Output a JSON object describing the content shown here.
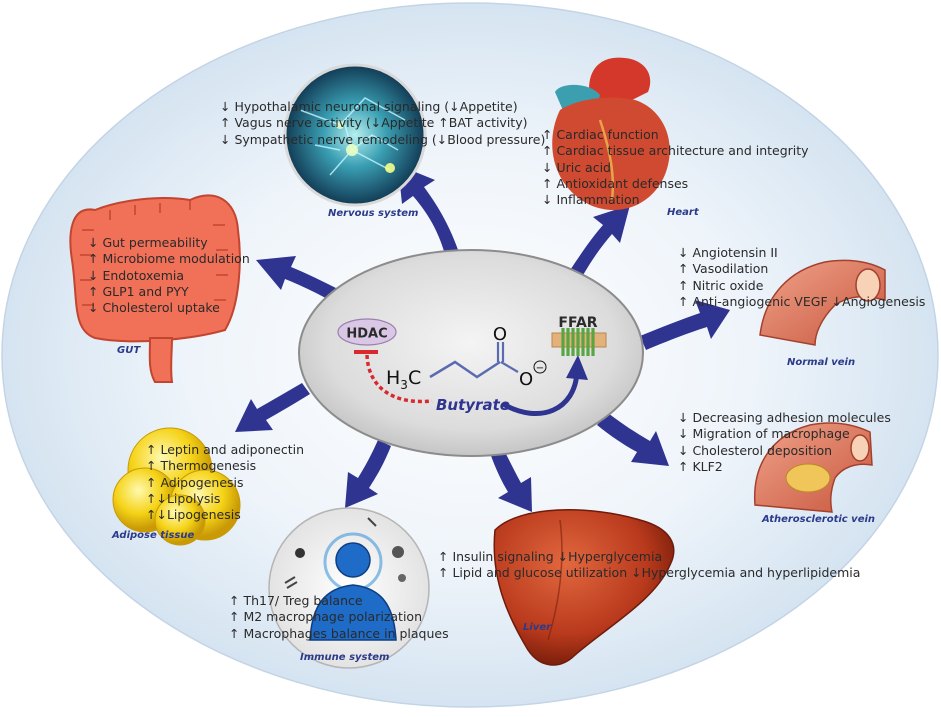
{
  "center": {
    "hdac": "HDAC",
    "ffar": "FFAR",
    "formula_h": "H",
    "formula_sub": "3",
    "formula_c": "C",
    "oxygen": "O",
    "oxygen_minus": "O",
    "charge": "−",
    "label": "Butyrate"
  },
  "nervous": {
    "caption": "Nervous system",
    "lines": [
      "↓ Hypothalamic neuronal signaling (↓Appetite)",
      "↑ Vagus nerve activity (↓Appetite  ↑BAT activity)",
      "↓ Sympathetic nerve remodeling (↓Blood pressure)"
    ]
  },
  "heart": {
    "caption": "Heart",
    "lines": [
      "↑ Cardiac function",
      "↑ Cardiac tissue architecture and integrity",
      "↓ Uric acid",
      "↑ Antioxidant defenses",
      "↓ Inflammation"
    ]
  },
  "gut": {
    "caption": "GUT",
    "lines": [
      "↓ Gut permeability",
      "↑ Microbiome modulation",
      "↓ Endotoxemia",
      "↑ GLP1 and  PYY",
      "↓ Cholesterol uptake"
    ]
  },
  "normal_vein": {
    "caption": "Normal vein",
    "lines": [
      "↓ Angiotensin II",
      "↑ Vasodilation",
      "↑ Nitric oxide",
      "↑ Anti-angiogenic VEGF ↓Angiogenesis"
    ]
  },
  "athero_vein": {
    "caption": "Atherosclerotic vein",
    "lines": [
      "↓ Decreasing adhesion molecules",
      "↓ Migration of macrophage",
      "↓ Cholesterol deposition",
      "↑ KLF2"
    ]
  },
  "adipose": {
    "caption": "Adipose tissue",
    "lines": [
      "↑ Leptin and adiponectin",
      "↑ Thermogenesis",
      "↑ Adipogenesis",
      "↑↓Lipolysis",
      "↑↓Lipogenesis"
    ]
  },
  "immune": {
    "caption": "Immune system",
    "lines": [
      "↑ Th17/ Treg balance",
      "↑ M2 macrophage polarization",
      "↑ Macrophages balance in plaques"
    ]
  },
  "liver": {
    "caption": "Liver",
    "lines": [
      "↑ Insulin signaling ↓Hyperglycemia",
      "↑ Lipid and glucose utilization ↓Hyperglycemia and hyperlipidemia"
    ]
  },
  "colors": {
    "arrow": "#2e3490",
    "background_ellipse": "#dfeaf5",
    "center_ellipse": "#d9d9d9",
    "inhibit": "#d8292f",
    "caption": "#2b3a8a",
    "text": "#2a2a2a"
  }
}
